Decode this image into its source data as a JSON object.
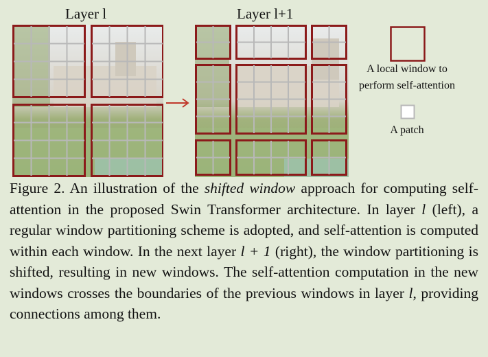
{
  "figure": {
    "left_label": "Layer l",
    "right_label": "Layer l+1",
    "legend": {
      "window_text_1": "A local window to",
      "window_text_2": "perform self-attention",
      "patch_text": "A patch"
    }
  },
  "caption": {
    "part1": "Figure 2. An illustration of the ",
    "emph": "shifted window",
    "part2": " approach for computing self-attention in the proposed Swin Transformer architecture. In layer ",
    "var1": "l",
    "part3": " (left), a regular window partitioning scheme is adopted, and self-attention is computed within each window. In the next layer ",
    "var2": "l + 1",
    "part4": " (right), the window partitioning is shifted, resulting in new windows. The self-attention computation in the new windows crosses the boundaries of the previous windows in layer ",
    "var3": "l",
    "part5": ", providing connections among them."
  },
  "colors": {
    "window_border": "#8b1a1a",
    "patch_border": "#b8b8b8",
    "arrow": "#c0392b"
  }
}
